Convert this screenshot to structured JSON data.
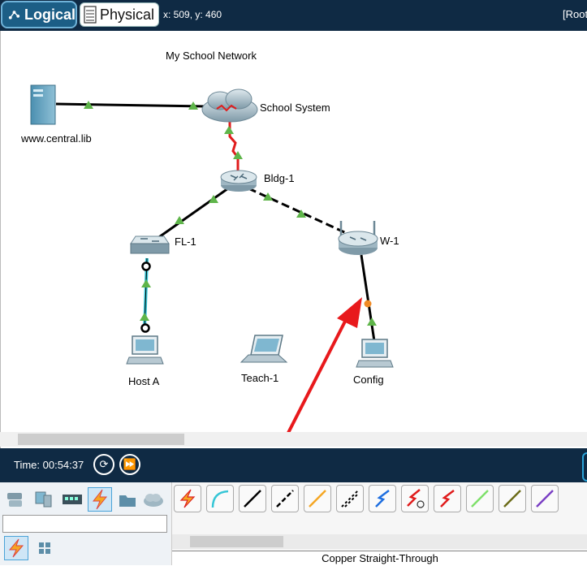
{
  "top_bar": {
    "logical_tab": "Logical",
    "physical_tab": "Physical",
    "coordinates": "x: 509, y: 460",
    "root_label": "[Root]"
  },
  "workspace": {
    "network_title": "My School Network",
    "devices": [
      {
        "id": "server",
        "label": "www.central.lib"
      },
      {
        "id": "cloud",
        "label": "School System"
      },
      {
        "id": "router",
        "label": "Bldg-1"
      },
      {
        "id": "switch",
        "label": "FL-1"
      },
      {
        "id": "wireless",
        "label": "W-1"
      },
      {
        "id": "pc-host",
        "label": "Host A"
      },
      {
        "id": "laptop",
        "label": "Teach-1"
      },
      {
        "id": "pc-config",
        "label": "Config"
      }
    ]
  },
  "time_bar": {
    "time": "Time: 00:54:37"
  },
  "device_panel": {
    "categories": [
      "network-devices-icon",
      "end-devices-icon",
      "components-icon",
      "connections-icon",
      "misc-icon",
      "multiuser-icon"
    ],
    "selected_category": "connections-icon",
    "search_value": "",
    "subcategories": [
      "connections-icon",
      "grid-icon"
    ]
  },
  "cable_panel": {
    "cables": [
      "automatic-icon",
      "console-icon",
      "copper-straight-icon",
      "copper-cross-icon",
      "fiber-icon",
      "phone-icon",
      "coaxial-icon",
      "serial-dce-icon",
      "serial-dte-icon",
      "octal-icon",
      "iot-custom-icon",
      "usb-icon"
    ],
    "selected_name": "Copper Straight-Through"
  },
  "colors": {
    "topbar": "#0f2a44",
    "accent": "#2aa3d8",
    "link_up": "#5fb54a",
    "link_serial": "#e01c1c",
    "console": "#36c6d6",
    "annotation_arrow": "#e8191c"
  }
}
